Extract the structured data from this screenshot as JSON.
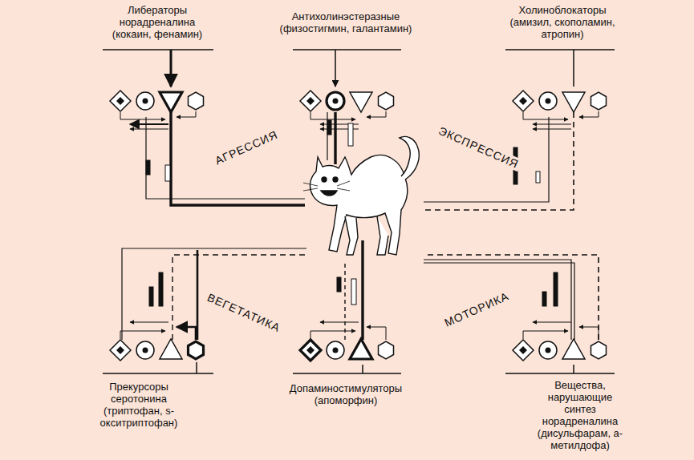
{
  "diagram": {
    "labels": [
      "Либераторы норадреналина (кокаин, фенамин)",
      "Антихолинэстеразные (физостигмин, галантамин)",
      "Холиноблокаторы (амизил, скополамин, атропин)",
      "АГРЕССИЯ",
      "ЭКСПРЕССИЯ",
      "ВЕГЕТАТИКА",
      "МОТОРИКА",
      "Прекурсоры серотонина (триптофан, s-окситриптофан)",
      "Допаминостимуляторы (апоморфин)",
      "Вещества, нарушающие синтез норадреналина (дисульфарам, а-метилдофа)"
    ]
  }
}
